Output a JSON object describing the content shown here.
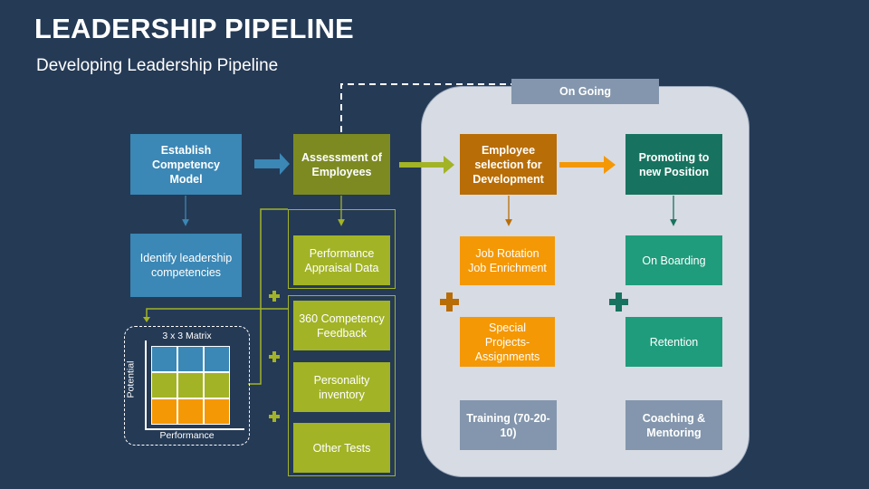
{
  "header": {
    "title": "LEADERSHIP PIPELINE",
    "subtitle": "Developing Leadership Pipeline"
  },
  "ongoing_label": "On Going",
  "boxes": {
    "establish": "Establish Competency Model",
    "identify": "Identify leadership competencies",
    "assessment": "Assessment of Employees",
    "performance_appraisal": "Performance Appraisal Data",
    "feedback_360": "360 Competency Feedback",
    "personality": "Personality inventory",
    "other_tests": "Other Tests",
    "selection": "Employee selection for Development",
    "job_rotation": "Job Rotation Job Enrichment",
    "special_projects": "Special Projects- Assignments",
    "training": "Training (70-20-10)",
    "promoting": "Promoting to new Position",
    "onboarding": "On Boarding",
    "retention": "Retention",
    "coaching": "Coaching & Mentoring"
  },
  "matrix": {
    "title": "3 x 3 Matrix",
    "y_label": "Potential",
    "x_label": "Performance",
    "row_colors": [
      "#3b87b5",
      "#a2b326",
      "#f49805"
    ]
  },
  "colors": {
    "background": "#253a55",
    "blue": "#3b87b5",
    "olive": "#7d8a21",
    "lime": "#a2b326",
    "brown": "#b86d07",
    "orange": "#f49805",
    "teal_dark": "#17735f",
    "teal": "#1f9c7c",
    "grey": "#8396ad",
    "panel": "#d7dbe3"
  }
}
